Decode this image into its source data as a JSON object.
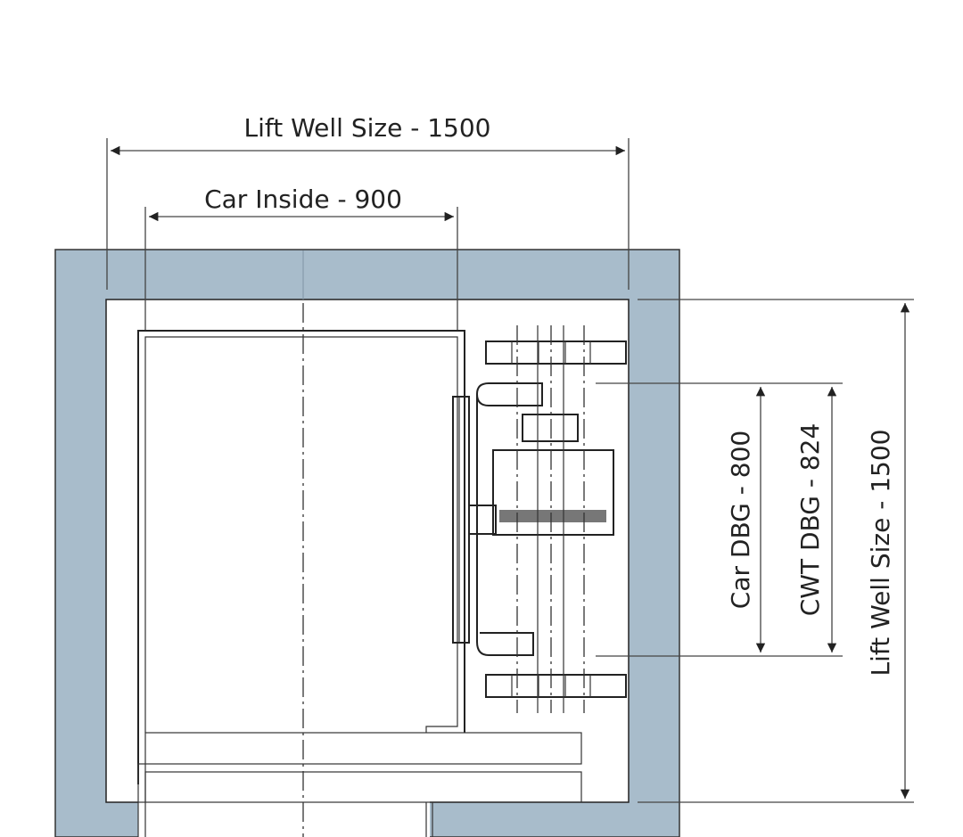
{
  "dimensions": {
    "lift_well_width": "Lift Well Size - 1500",
    "car_inside": "Car Inside - 900",
    "car_dbg": "Car DBG - 800",
    "cwt_dbg": "CWT DBG - 824",
    "lift_well_depth": "Lift Well Size - 1500"
  },
  "colors": {
    "wall": "#a8bccb",
    "line": "#222222"
  }
}
